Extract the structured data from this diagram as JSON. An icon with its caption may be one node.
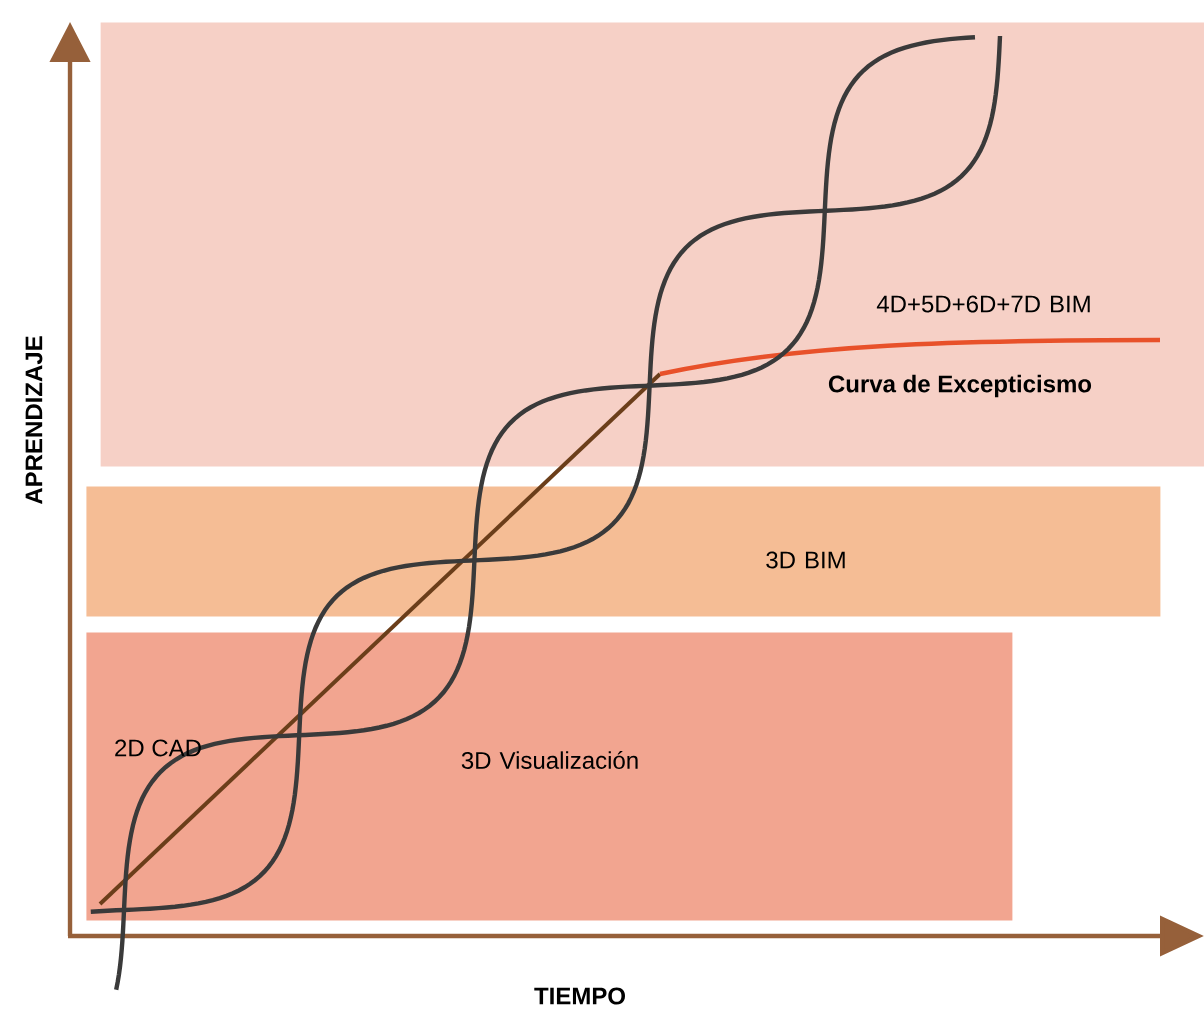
{
  "diagram": {
    "nodes": [
      {
        "text": [
          "4D+5D+6D+7D BIM"
        ]
      },
      {
        "text": [
          "3D BIM"
        ]
      },
      {
        "text": [
          "3D Visualización"
        ]
      }
    ],
    "labels": [
      "Curva de Excepticismo",
      "APRENDIZAJE",
      "2D CAD",
      "TIEMPO"
    ]
  }
}
